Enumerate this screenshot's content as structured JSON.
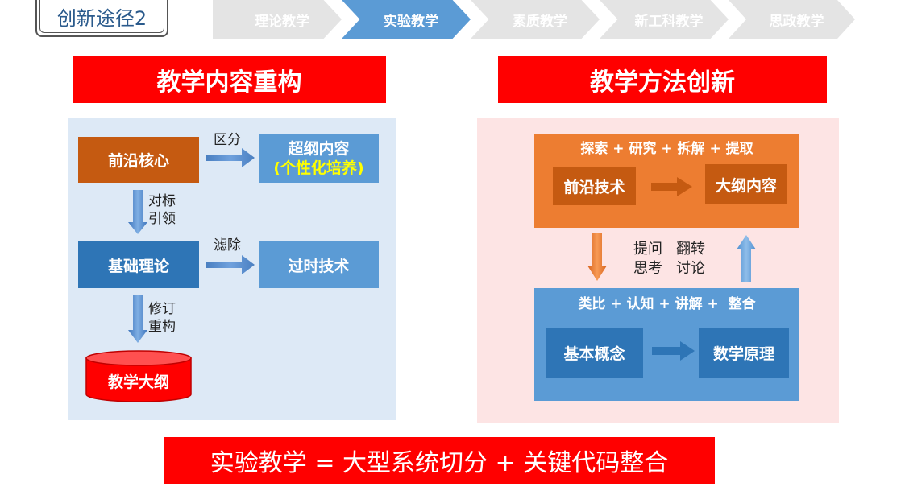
{
  "slide_title": "创新途径2",
  "nav_steps": [
    "理论教学",
    "实验教学",
    "素质教学",
    "新工科教学",
    "思政教学"
  ],
  "active_step": "实验教学",
  "left": {
    "header": "教学内容重构",
    "frontier_core": "前沿核心",
    "distinguish": "区分",
    "beyond_title": "超纲内容",
    "beyond_sub": "(个性化培养)",
    "benchmark_1": "对标",
    "benchmark_2": "引领",
    "basic_theory": "基础理论",
    "filter": "滤除",
    "obsolete": "过时技术",
    "revise_1": "修订",
    "revise_2": "重构",
    "syllabus": "教学大纲"
  },
  "right": {
    "header": "教学方法创新",
    "top_steps": "探索 + 研究 + 拆解 + 提取",
    "frontier_tech": "前沿技术",
    "syllabus_content": "大纲内容",
    "mid_left_1": "提问",
    "mid_left_2": "思考",
    "mid_right_1": "翻转",
    "mid_right_2": "讨论",
    "bottom_steps": "类比 + 认知 + 讲解 +  整合",
    "basic_concept": "基本概念",
    "math_principle": "数学原理"
  },
  "formula": "实验教学 = 大型系统切分 + 关键代码整合",
  "colors": {
    "red": "#ff0000",
    "orange_box": "#ed7d31",
    "orange_dark": "#c55a11",
    "blue_dark": "#2e75b6",
    "blue_mid": "#5b9bd5",
    "chevron_grey": "#e4e4e4",
    "panel_blue": "#dde9f6",
    "panel_pink": "#fde4e4"
  }
}
